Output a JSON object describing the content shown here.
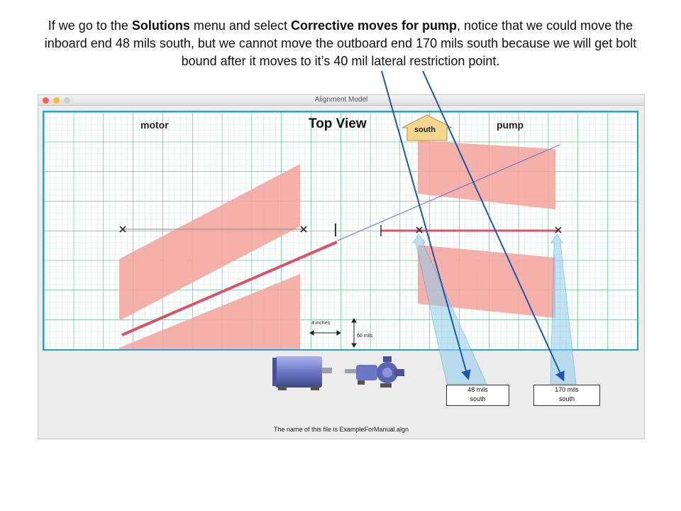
{
  "caption": {
    "p1": "If we go to the ",
    "b1": "Solutions",
    "p2": " menu and select ",
    "b2": "Corrective moves for pump",
    "p3": ", notice that we could move the inboard end 48 mils south, but we cannot move the outboard end 170 mils south because we will get bolt bound after it moves to it’s 40 mil lateral restriction point."
  },
  "window": {
    "title": "Alignment Model",
    "footer": "The name of this file is ExampleForManual.algn"
  },
  "plot": {
    "motor_label": "motor",
    "pump_label": "pump",
    "view_label": "Top View",
    "direction_label": "south",
    "scale_horizontal": "4 inches",
    "scale_vertical": "60 mils"
  },
  "callouts": {
    "inboard_line1": "48 mils",
    "inboard_line2": "south",
    "outboard_line1": "170 mils",
    "outboard_line2": "south"
  },
  "colors": {
    "grid": "#2aa860",
    "frame": "#2a9ed8",
    "zone": "#f4a7a1",
    "shaft": "#d9536b",
    "arrow": "#1f57a8",
    "highlight": "#8fcdea"
  },
  "icons": [
    "motor-icon",
    "pump-icon",
    "close-icon",
    "minimize-icon",
    "maximize-icon"
  ]
}
